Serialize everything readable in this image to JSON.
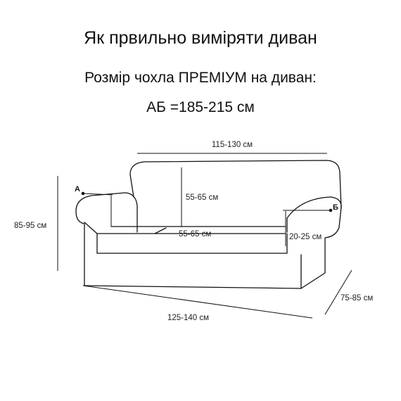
{
  "title": "Як првильно виміряти диван",
  "subtitle": "Розмір чохла ПРЕМІУМ на диван:",
  "size_line": "АБ =185-215 см",
  "labels": {
    "top_width": "115-130 см",
    "back_height": "55-65 см",
    "seat_depth": "55-65 см",
    "arm_height": "20-25 см",
    "total_height": "85-95 см",
    "depth": "75-85 см",
    "bottom_width": "125-140 см",
    "point_a": "А",
    "point_b": "Б"
  },
  "colors": {
    "line": "#111111",
    "text": "#222222",
    "background": "#ffffff"
  }
}
